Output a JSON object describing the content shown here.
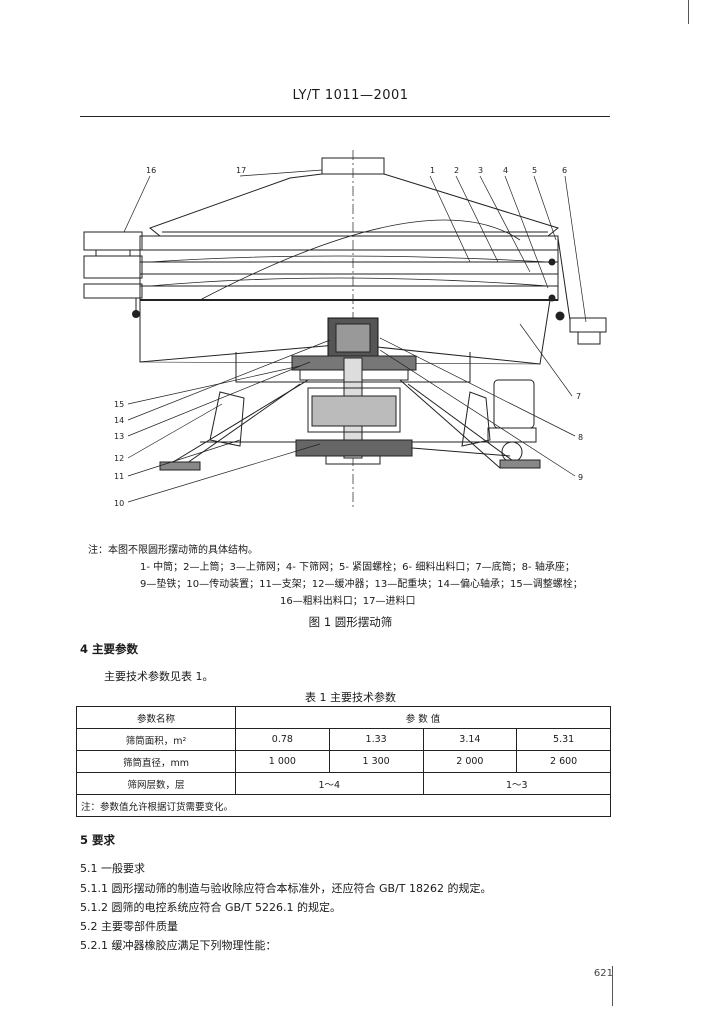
{
  "header": {
    "standard_code": "LY/T 1011—2001"
  },
  "figure": {
    "callouts": [
      "1",
      "2",
      "3",
      "4",
      "5",
      "6",
      "7",
      "8",
      "9",
      "10",
      "11",
      "12",
      "13",
      "14",
      "15",
      "16",
      "17"
    ],
    "note_line1": "注：本图不限圆形摆动筛的具体结构。",
    "note_line2": "1- 中筒；2—上筒；3—上筛网；4- 下筛网；5- 紧固螺栓；6- 细料出料口；7—底筒；8- 轴承座；",
    "note_line3": "9—垫铁；10—传动装置；11—支架；12—缓冲器；13—配重块；14—偏心轴承；15—调整螺栓；",
    "note_line4": "16—粗料出料口；17—进料口",
    "title": "图 1  圆形摆动筛"
  },
  "section4": {
    "heading": "4  主要参数",
    "intro": "主要技术参数见表 1。",
    "table_title": "表 1  主要技术参数",
    "table": {
      "col1_header": "参数名称",
      "values_header": "参  数  值",
      "rows": [
        {
          "name": "筛筒面积，m²",
          "values": [
            "0.78",
            "1.33",
            "3.14",
            "5.31"
          ]
        },
        {
          "name": "筛筒直径，mm",
          "values": [
            "1 000",
            "1 300",
            "2 000",
            "2 600"
          ]
        }
      ],
      "layers_label": "筛网层数，层",
      "layers_values": [
        "1～4",
        "1～3"
      ],
      "note": "注：参数值允许根据订货需要变化。"
    }
  },
  "section5": {
    "heading": "5  要求",
    "items": [
      "5.1  一般要求",
      "5.1.1  圆形摆动筛的制造与验收除应符合本标准外，还应符合 GB/T 18262 的规定。",
      "5.1.2  圆筛的电控系统应符合 GB/T 5226.1 的规定。",
      "5.2  主要零部件质量",
      "5.2.1  缓冲器橡胶应满足下列物理性能："
    ]
  },
  "footer": {
    "page_number": "621"
  }
}
